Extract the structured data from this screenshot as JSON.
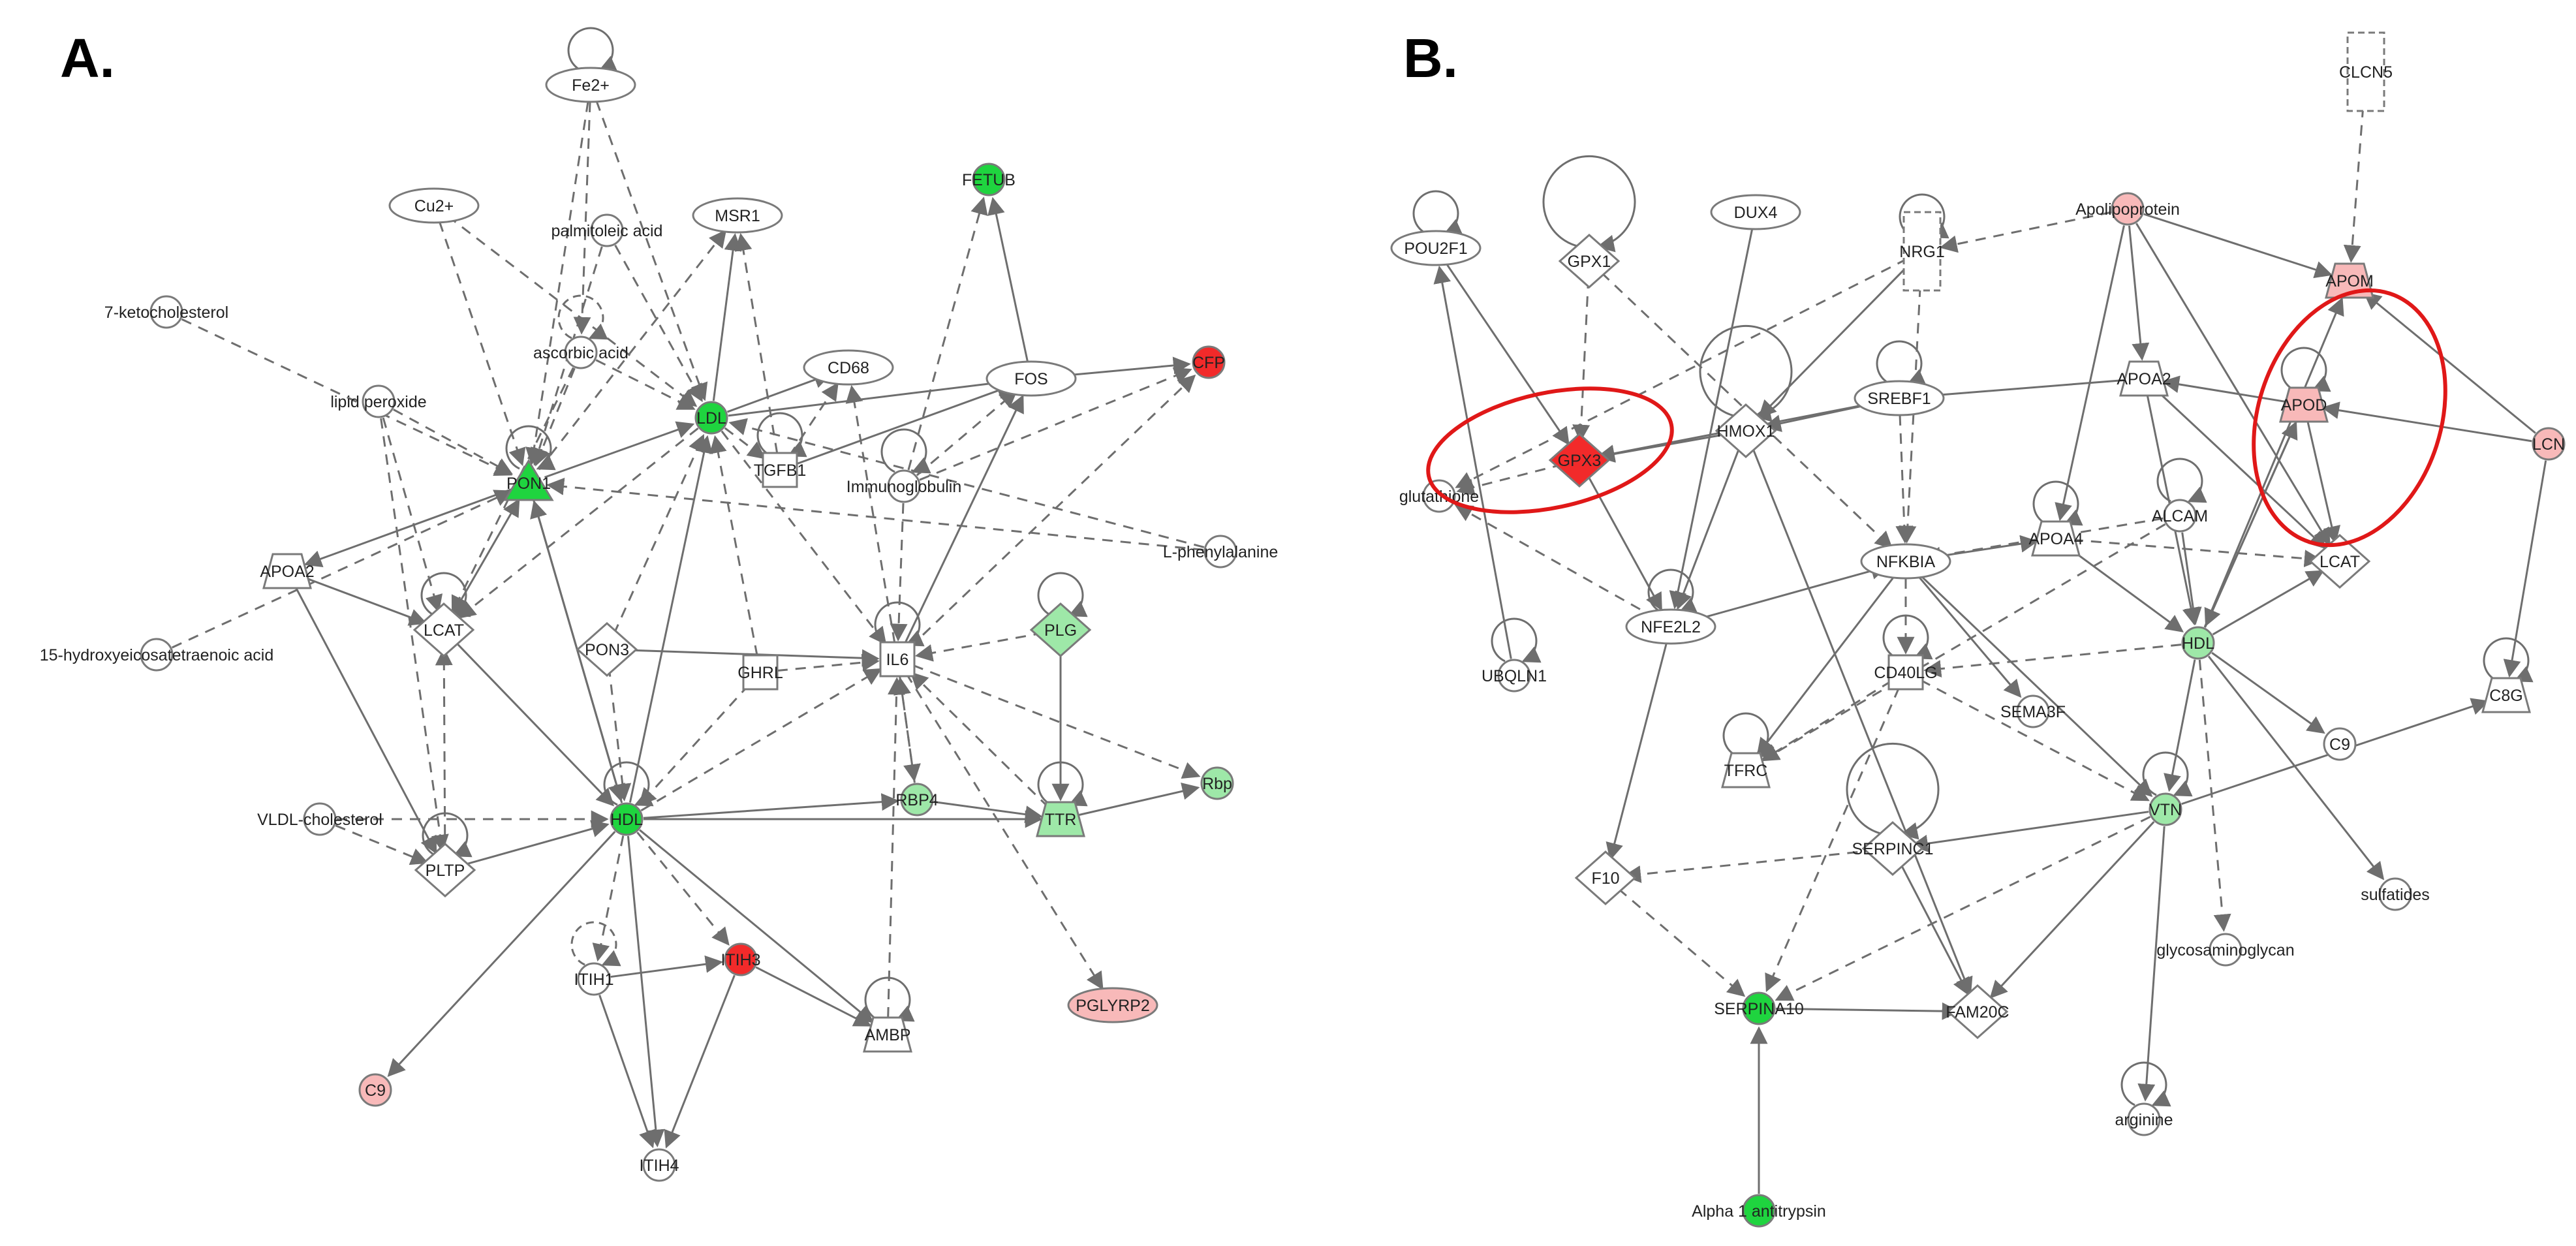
{
  "panels": {
    "a": {
      "label": "A.",
      "nodes": [
        {
          "id": "Fe2+",
          "label": "Fe2+",
          "shape": "ellipse",
          "fill": "white"
        },
        {
          "id": "Cu2+",
          "label": "Cu2+",
          "shape": "ellipse",
          "fill": "white"
        },
        {
          "id": "palmitoleic",
          "label": "palmitoleic acid",
          "shape": "circle",
          "fill": "white"
        },
        {
          "id": "MSR1",
          "label": "MSR1",
          "shape": "ellipse",
          "fill": "white"
        },
        {
          "id": "FETUB",
          "label": "FETUB",
          "shape": "circle",
          "fill": "green"
        },
        {
          "id": "7keto",
          "label": "7-ketocholesterol",
          "shape": "circle",
          "fill": "white"
        },
        {
          "id": "ascorbic",
          "label": "ascorbic acid",
          "shape": "circle",
          "fill": "white"
        },
        {
          "id": "LDL",
          "label": "LDL",
          "shape": "circle",
          "fill": "green"
        },
        {
          "id": "CD68",
          "label": "CD68",
          "shape": "ellipse",
          "fill": "white"
        },
        {
          "id": "FOS",
          "label": "FOS",
          "shape": "ellipse",
          "fill": "white"
        },
        {
          "id": "CFP",
          "label": "CFP",
          "shape": "circle",
          "fill": "red"
        },
        {
          "id": "lipidperox",
          "label": "lipid peroxide",
          "shape": "circle",
          "fill": "white"
        },
        {
          "id": "PON1",
          "label": "PON1",
          "shape": "triangle",
          "fill": "green"
        },
        {
          "id": "TGFB1",
          "label": "TGFB1",
          "shape": "square",
          "fill": "white"
        },
        {
          "id": "immuno",
          "label": "Immunoglobulin",
          "shape": "circle",
          "fill": "white"
        },
        {
          "id": "Lphe",
          "label": "L-phenylalanine",
          "shape": "circle",
          "fill": "white"
        },
        {
          "id": "APOA2a",
          "label": "APOA2",
          "shape": "trapezoid",
          "fill": "white"
        },
        {
          "id": "LCATa",
          "label": "LCAT",
          "shape": "diamond",
          "fill": "white"
        },
        {
          "id": "PON3",
          "label": "PON3",
          "shape": "diamond",
          "fill": "white"
        },
        {
          "id": "GHRL",
          "label": "GHRL",
          "shape": "square",
          "fill": "white"
        },
        {
          "id": "IL6",
          "label": "IL6",
          "shape": "square",
          "fill": "white"
        },
        {
          "id": "PLG",
          "label": "PLG",
          "shape": "diamond",
          "fill": "lightgreen"
        },
        {
          "id": "15h",
          "label": "15-hydroxyeicosatetraenoic acid",
          "shape": "circle",
          "fill": "white"
        },
        {
          "id": "VLDL",
          "label": "VLDL-cholesterol",
          "shape": "circle",
          "fill": "white"
        },
        {
          "id": "HDLa",
          "label": "HDL",
          "shape": "circle",
          "fill": "green"
        },
        {
          "id": "RBP4",
          "label": "RBP4",
          "shape": "circle",
          "fill": "lightgreen"
        },
        {
          "id": "TTR",
          "label": "TTR",
          "shape": "trapezoid",
          "fill": "lightgreen"
        },
        {
          "id": "Rbp",
          "label": "Rbp",
          "shape": "circle",
          "fill": "lightgreen"
        },
        {
          "id": "PLTP",
          "label": "PLTP",
          "shape": "diamond",
          "fill": "white"
        },
        {
          "id": "ITIH1",
          "label": "ITIH1",
          "shape": "circle",
          "fill": "white"
        },
        {
          "id": "ITIH3",
          "label": "ITIH3",
          "shape": "circle",
          "fill": "red"
        },
        {
          "id": "AMBP",
          "label": "AMBP",
          "shape": "trapezoid",
          "fill": "white"
        },
        {
          "id": "PGLYRP2",
          "label": "PGLYRP2",
          "shape": "ellipse",
          "fill": "pink"
        },
        {
          "id": "C9a",
          "label": "C9",
          "shape": "circle",
          "fill": "pink"
        },
        {
          "id": "ITIH4",
          "label": "ITIH4",
          "shape": "circle",
          "fill": "white"
        }
      ],
      "edges": [
        [
          "Fe2+",
          "PON1",
          1
        ],
        [
          "Fe2+",
          "LDL",
          1
        ],
        [
          "Fe2+",
          "ascorbic",
          1
        ],
        [
          "Cu2+",
          "LDL",
          1
        ],
        [
          "Cu2+",
          "PON1",
          1
        ],
        [
          "palmitoleic",
          "LDL",
          1
        ],
        [
          "palmitoleic",
          "PON1",
          1
        ],
        [
          "ascorbic",
          "LDL",
          1
        ],
        [
          "ascorbic",
          "PON1",
          1
        ],
        [
          "ascorbic",
          "LCATa",
          1
        ],
        [
          "7keto",
          "PON1",
          1
        ],
        [
          "lipidperox",
          "PON1",
          1
        ],
        [
          "lipidperox",
          "LCATa",
          1
        ],
        [
          "lipidperox",
          "PLTP",
          1
        ],
        [
          "15h",
          "PON1",
          1
        ],
        [
          "VLDL",
          "PLTP",
          1
        ],
        [
          "VLDL",
          "HDLa",
          1
        ],
        [
          "PON1",
          "HDLa",
          0
        ],
        [
          "PON1",
          "LDL",
          0
        ],
        [
          "PON1",
          "APOA2a",
          0
        ],
        [
          "PON1",
          "MSR1",
          1
        ],
        [
          "LDL",
          "CD68",
          0
        ],
        [
          "LDL",
          "FOS",
          0
        ],
        [
          "LDL",
          "MSR1",
          0
        ],
        [
          "LDL",
          "TGFB1",
          1
        ],
        [
          "LDL",
          "IL6",
          1
        ],
        [
          "LDL",
          "LCATa",
          1
        ],
        [
          "FOS",
          "FETUB",
          0
        ],
        [
          "FOS",
          "CFP",
          0
        ],
        [
          "IL6",
          "FOS",
          0
        ],
        [
          "IL6",
          "CFP",
          1
        ],
        [
          "IL6",
          "CD68",
          1
        ],
        [
          "TGFB1",
          "CD68",
          1
        ],
        [
          "TGFB1",
          "FOS",
          0
        ],
        [
          "TGFB1",
          "MSR1",
          1
        ],
        [
          "immuno",
          "IL6",
          1
        ],
        [
          "immuno",
          "FOS",
          1
        ],
        [
          "immuno",
          "FETUB",
          1
        ],
        [
          "immuno",
          "CFP",
          1
        ],
        [
          "Lphe",
          "LDL",
          1
        ],
        [
          "Lphe",
          "PON1",
          1
        ],
        [
          "APOA2a",
          "LCATa",
          0
        ],
        [
          "APOA2a",
          "PLTP",
          0
        ],
        [
          "LCATa",
          "PON1",
          0
        ],
        [
          "LCATa",
          "HDLa",
          0
        ],
        [
          "PON3",
          "HDLa",
          1
        ],
        [
          "PON3",
          "LDL",
          1
        ],
        [
          "PON3",
          "IL6",
          0
        ],
        [
          "GHRL",
          "LDL",
          1
        ],
        [
          "GHRL",
          "IL6",
          1
        ],
        [
          "GHRL",
          "HDLa",
          1
        ],
        [
          "HDLa",
          "LDL",
          0
        ],
        [
          "HDLa",
          "IL6",
          1
        ],
        [
          "HDLa",
          "RBP4",
          0
        ],
        [
          "HDLa",
          "TTR",
          0
        ],
        [
          "HDLa",
          "C9a",
          0
        ],
        [
          "HDLa",
          "ITIH3",
          1
        ],
        [
          "HDLa",
          "ITIH1",
          1
        ],
        [
          "HDLa",
          "PON1",
          0
        ],
        [
          "PLTP",
          "HDLa",
          0
        ],
        [
          "PLTP",
          "LCATa",
          1
        ],
        [
          "RBP4",
          "TTR",
          0
        ],
        [
          "RBP4",
          "IL6",
          1
        ],
        [
          "TTR",
          "Rbp",
          0
        ],
        [
          "IL6",
          "Rbp",
          1
        ],
        [
          "IL6",
          "PGLYRP2",
          1
        ],
        [
          "IL6",
          "RBP4",
          1
        ],
        [
          "PLG",
          "TTR",
          0
        ],
        [
          "PLG",
          "IL6",
          1
        ],
        [
          "ITIH1",
          "ITIH3",
          0
        ],
        [
          "ITIH1",
          "ITIH4",
          0
        ],
        [
          "ITIH3",
          "ITIH4",
          0
        ],
        [
          "HDLa",
          "ITIH4",
          0
        ],
        [
          "ITIH3",
          "AMBP",
          0
        ],
        [
          "AMBP",
          "IL6",
          1
        ],
        [
          "HDLa",
          "AMBP",
          0
        ],
        [
          "TTR",
          "IL6",
          1
        ]
      ]
    },
    "b": {
      "label": "B.",
      "nodes": [
        {
          "id": "CLCN5",
          "label": "CLCN5",
          "shape": "dashedrect",
          "fill": "white"
        },
        {
          "id": "POU2F1",
          "label": "POU2F1",
          "shape": "ellipse",
          "fill": "white"
        },
        {
          "id": "GPX1",
          "label": "GPX1",
          "shape": "diamond",
          "fill": "white"
        },
        {
          "id": "DUX4",
          "label": "DUX4",
          "shape": "ellipse",
          "fill": "white"
        },
        {
          "id": "NRG1",
          "label": "NRG1",
          "shape": "dashedrect",
          "fill": "white"
        },
        {
          "id": "Apolipo",
          "label": "Apolipoprotein",
          "shape": "circle",
          "fill": "pink"
        },
        {
          "id": "APOM",
          "label": "APOM",
          "shape": "trapezoid",
          "fill": "pink"
        },
        {
          "id": "glutathione",
          "label": "glutathione",
          "shape": "circle",
          "fill": "white"
        },
        {
          "id": "GPX3",
          "label": "GPX3",
          "shape": "diamond",
          "fill": "red"
        },
        {
          "id": "HMOX1",
          "label": "HMOX1",
          "shape": "diamond",
          "fill": "white"
        },
        {
          "id": "SREBF1",
          "label": "SREBF1",
          "shape": "ellipse",
          "fill": "white"
        },
        {
          "id": "APOA2b",
          "label": "APOA2",
          "shape": "trapezoid",
          "fill": "white"
        },
        {
          "id": "APOD",
          "label": "APOD",
          "shape": "trapezoid",
          "fill": "pink"
        },
        {
          "id": "LCN",
          "label": "LCN",
          "shape": "circle",
          "fill": "pink"
        },
        {
          "id": "NFKBIA",
          "label": "NFKBIA",
          "shape": "ellipse",
          "fill": "white"
        },
        {
          "id": "APOA4",
          "label": "APOA4",
          "shape": "trapezoid",
          "fill": "white"
        },
        {
          "id": "ALCAM",
          "label": "ALCAM",
          "shape": "circle",
          "fill": "white"
        },
        {
          "id": "LCATb",
          "label": "LCAT",
          "shape": "diamond",
          "fill": "white"
        },
        {
          "id": "NFE2L2",
          "label": "NFE2L2",
          "shape": "ellipse",
          "fill": "white"
        },
        {
          "id": "UBQLN1",
          "label": "UBQLN1",
          "shape": "circle",
          "fill": "white"
        },
        {
          "id": "HDLb",
          "label": "HDL",
          "shape": "circle",
          "fill": "lightgreen"
        },
        {
          "id": "CD40LG",
          "label": "CD40LG",
          "shape": "square",
          "fill": "white"
        },
        {
          "id": "SEMA3F",
          "label": "SEMA3F",
          "shape": "circle",
          "fill": "white"
        },
        {
          "id": "C8G",
          "label": "C8G",
          "shape": "trapezoid",
          "fill": "white"
        },
        {
          "id": "TFRC",
          "label": "TFRC",
          "shape": "trapezoid",
          "fill": "white"
        },
        {
          "id": "C9b",
          "label": "C9",
          "shape": "circle",
          "fill": "white"
        },
        {
          "id": "VTN",
          "label": "VTN",
          "shape": "circle",
          "fill": "lightgreen"
        },
        {
          "id": "SERPINC1",
          "label": "SERPINC1",
          "shape": "diamond",
          "fill": "white"
        },
        {
          "id": "F10",
          "label": "F10",
          "shape": "diamond",
          "fill": "white"
        },
        {
          "id": "sulfatides",
          "label": "sulfatides",
          "shape": "circle",
          "fill": "white"
        },
        {
          "id": "glycosa",
          "label": "glycosaminoglycan",
          "shape": "circle",
          "fill": "white"
        },
        {
          "id": "SERPINA10",
          "label": "SERPINA10",
          "shape": "circle",
          "fill": "green"
        },
        {
          "id": "FAM20C",
          "label": "FAM20C",
          "shape": "diamond",
          "fill": "white"
        },
        {
          "id": "arginine",
          "label": "arginine",
          "shape": "circle",
          "fill": "white"
        },
        {
          "id": "A1AT",
          "label": "Alpha 1 antitrypsin",
          "shape": "circle",
          "fill": "green"
        }
      ],
      "edges": [
        [
          "CLCN5",
          "APOM",
          1
        ],
        [
          "POU2F1",
          "GPX3",
          0
        ],
        [
          "GPX1",
          "GPX3",
          1
        ],
        [
          "GPX1",
          "NFKBIA",
          1
        ],
        [
          "DUX4",
          "NFE2L2",
          0
        ],
        [
          "NRG1",
          "NFKBIA",
          1
        ],
        [
          "NRG1",
          "HMOX1",
          0
        ],
        [
          "NRG1",
          "glutathione",
          1
        ],
        [
          "Apolipo",
          "APOM",
          0
        ],
        [
          "Apolipo",
          "APOA2b",
          0
        ],
        [
          "Apolipo",
          "APOA4",
          0
        ],
        [
          "Apolipo",
          "LCATb",
          0
        ],
        [
          "Apolipo",
          "NRG1",
          1
        ],
        [
          "GPX3",
          "glutathione",
          1
        ],
        [
          "GPX3",
          "NFE2L2",
          0
        ],
        [
          "HMOX1",
          "NFE2L2",
          0
        ],
        [
          "HMOX1",
          "GPX3",
          0
        ],
        [
          "SREBF1",
          "GPX3",
          0
        ],
        [
          "SREBF1",
          "NFKBIA",
          1
        ],
        [
          "SREBF1",
          "HMOX1",
          0
        ],
        [
          "APOA2b",
          "SREBF1",
          0
        ],
        [
          "APOA2b",
          "HDLb",
          0
        ],
        [
          "APOA2b",
          "LCATb",
          0
        ],
        [
          "APOD",
          "HDLb",
          0
        ],
        [
          "APOD",
          "LCATb",
          0
        ],
        [
          "APOD",
          "APOA2b",
          0
        ],
        [
          "LCN",
          "APOM",
          0
        ],
        [
          "LCN",
          "APOD",
          0
        ],
        [
          "LCN",
          "C8G",
          0
        ],
        [
          "NFKBIA",
          "APOA4",
          0
        ],
        [
          "NFKBIA",
          "SEMA3F",
          0
        ],
        [
          "NFKBIA",
          "CD40LG",
          1
        ],
        [
          "NFKBIA",
          "VTN",
          0
        ],
        [
          "NFKBIA",
          "TFRC",
          0
        ],
        [
          "NFE2L2",
          "NFKBIA",
          0
        ],
        [
          "NFE2L2",
          "F10",
          0
        ],
        [
          "NFE2L2",
          "glutathione",
          1
        ],
        [
          "UBQLN1",
          "POU2F1",
          0
        ],
        [
          "APOA4",
          "HDLb",
          0
        ],
        [
          "APOA4",
          "LCATb",
          1
        ],
        [
          "ALCAM",
          "NFKBIA",
          1
        ],
        [
          "ALCAM",
          "HDLb",
          0
        ],
        [
          "ALCAM",
          "TFRC",
          1
        ],
        [
          "HDLb",
          "APOM",
          0
        ],
        [
          "HDLb",
          "APOD",
          0
        ],
        [
          "HDLb",
          "C9b",
          0
        ],
        [
          "HDLb",
          "VTN",
          0
        ],
        [
          "HDLb",
          "sulfatides",
          0
        ],
        [
          "HDLb",
          "glycosa",
          1
        ],
        [
          "HDLb",
          "CD40LG",
          1
        ],
        [
          "HDLb",
          "LCATb",
          0
        ],
        [
          "VTN",
          "C8G",
          0
        ],
        [
          "VTN",
          "SERPINC1",
          0
        ],
        [
          "VTN",
          "FAM20C",
          0
        ],
        [
          "VTN",
          "arginine",
          0
        ],
        [
          "VTN",
          "SERPINA10",
          1
        ],
        [
          "SERPINC1",
          "F10",
          1
        ],
        [
          "SERPINC1",
          "FAM20C",
          0
        ],
        [
          "CD40LG",
          "SERPINA10",
          1
        ],
        [
          "CD40LG",
          "VTN",
          1
        ],
        [
          "F10",
          "SERPINA10",
          1
        ],
        [
          "SERPINA10",
          "FAM20C",
          0
        ],
        [
          "A1AT",
          "SERPINA10",
          0
        ],
        [
          "HMOX1",
          "FAM20C",
          0
        ],
        [
          "CD40LG",
          "TFRC",
          1
        ]
      ]
    }
  },
  "colors": {
    "green": "#1fd43f",
    "lightgreen": "#9ee8a8",
    "red": "#f22a2a",
    "pink": "#f8b9b9",
    "white": "#ffffff",
    "stroke": "#7a7a7a",
    "edge": "#6e6e6e",
    "highlight": "#e01818"
  }
}
